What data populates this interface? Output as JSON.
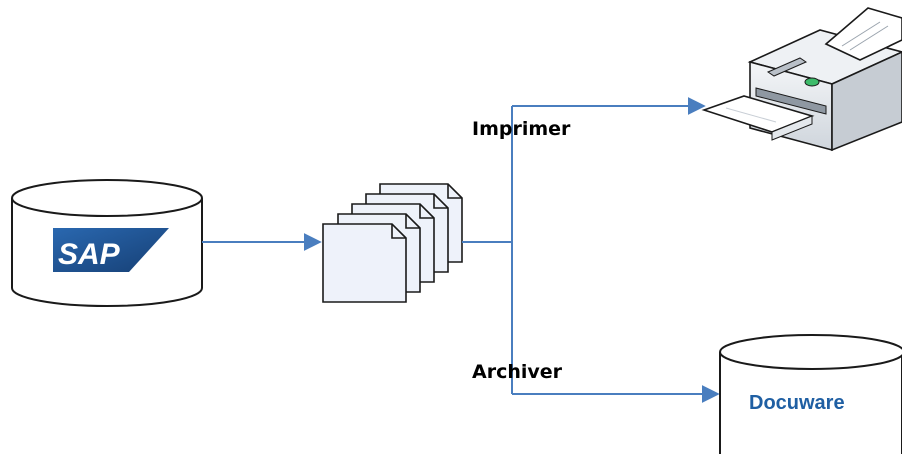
{
  "sources": {
    "sap_logo_text": "SAP"
  },
  "branches": {
    "print_label": "Imprimer",
    "archive_label": "Archiver"
  },
  "targets": {
    "docuware_logo_text": "Docuware"
  },
  "colors": {
    "connector": "#4a7ebf",
    "sap_blue": "#1a4f8f",
    "docuware_blue": "#1f5fa3",
    "document_fill": "#eef2fa",
    "outline": "#1a1a1a"
  },
  "icons": {
    "source": "database-cylinder-icon",
    "documents": "document-stack-icon",
    "print_target": "printer-icon",
    "archive_target": "database-cylinder-icon"
  }
}
